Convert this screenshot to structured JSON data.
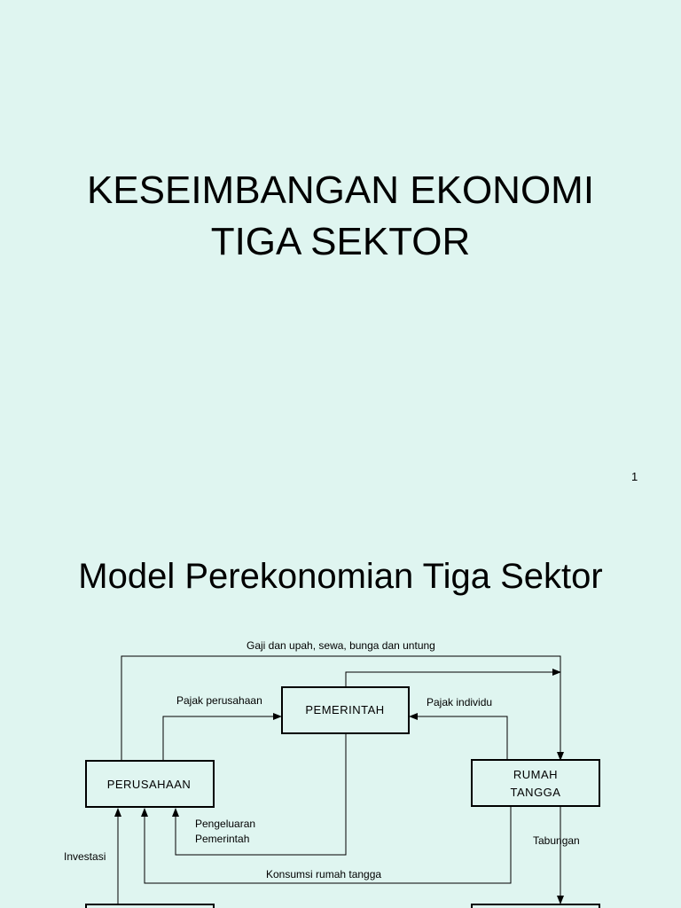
{
  "slide1": {
    "title_line1": "KESEIMBANGAN EKONOMI",
    "title_line2": "TIGA SEKTOR",
    "page_number": "1"
  },
  "slide2": {
    "title": "Model Perekonomian Tiga Sektor",
    "diagram": {
      "boxes": {
        "perusahaan": "PERUSAHAAN",
        "pemerintah": "PEMERINTAH",
        "rumah_tangga_line1": "RUMAH",
        "rumah_tangga_line2": "TANGGA"
      },
      "flows": {
        "gaji": "Gaji dan upah, sewa, bunga dan untung",
        "pajak_perusahaan": "Pajak perusahaan",
        "pajak_individu": "Pajak individu",
        "pengeluaran_line1": "Pengeluaran",
        "pengeluaran_line2": "Pemerintah",
        "tabungan": "Tabungan",
        "investasi": "Investasi",
        "konsumsi": "Konsumsi rumah tangga"
      }
    }
  }
}
